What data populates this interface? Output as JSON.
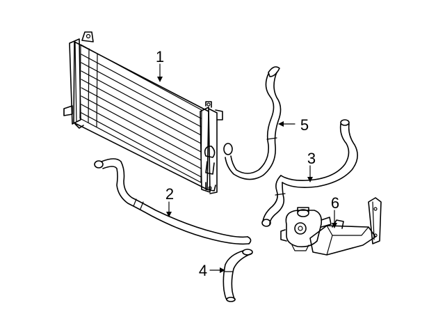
{
  "diagram": {
    "callouts": [
      {
        "id": "1",
        "label": "1",
        "part": "radiator"
      },
      {
        "id": "2",
        "label": "2",
        "part": "lower-hose"
      },
      {
        "id": "3",
        "label": "3",
        "part": "upper-hose"
      },
      {
        "id": "4",
        "label": "4",
        "part": "short-hose"
      },
      {
        "id": "5",
        "label": "5",
        "part": "inlet-hose"
      },
      {
        "id": "6",
        "label": "6",
        "part": "water-pump"
      }
    ],
    "colors": {
      "ink": "#000000",
      "background": "#ffffff"
    }
  }
}
